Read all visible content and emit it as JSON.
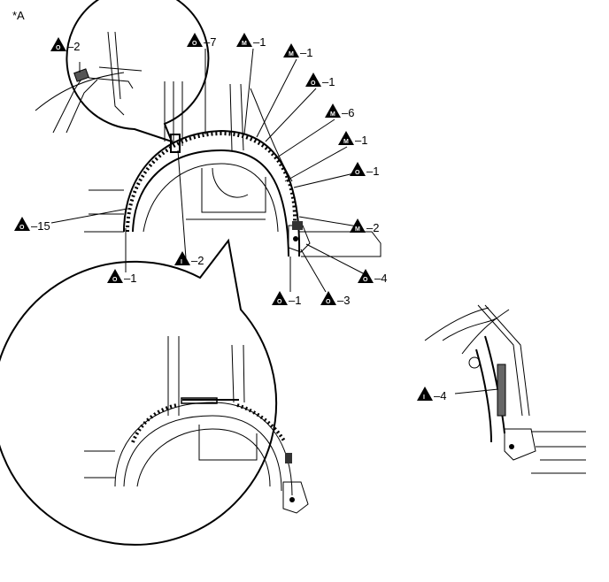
{
  "figure_tag": "*A",
  "symbols": {
    "O": "O",
    "M": "M",
    "I": "I"
  },
  "callouts": {
    "inset_o2": "–2",
    "o7": "–7",
    "m1_a": "–1",
    "m1_b": "–1",
    "o1_a": "–1",
    "m6": "–6",
    "m1_c": "–1",
    "o1_b": "–1",
    "o15": "–15",
    "m2": "–2",
    "i2": "–2",
    "o1_c": "–1",
    "o4": "–4",
    "o1_d": "–1",
    "o3": "–3",
    "i4": "–4"
  }
}
